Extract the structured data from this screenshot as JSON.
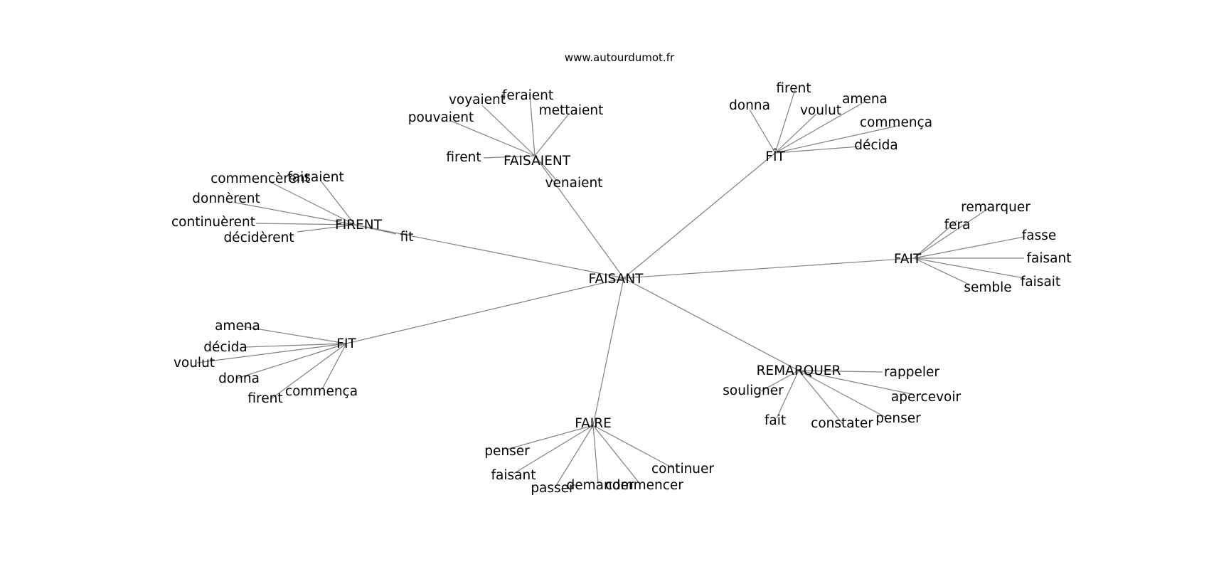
{
  "header": {
    "site": "www.autourdumot.fr"
  },
  "colors": {
    "edge": "#808080",
    "text": "#000000",
    "background": "#ffffff"
  },
  "graph": {
    "center": "FAISANT",
    "hubs": [
      {
        "label": "FAISAIENT",
        "leaves": [
          "voyaient",
          "feraient",
          "mettaient",
          "pouvaient",
          "firent",
          "venaient"
        ]
      },
      {
        "label": "FÎT",
        "leaves": [
          "firent",
          "donna",
          "voulut",
          "amena",
          "commença",
          "décida"
        ]
      },
      {
        "label": "FIRENT",
        "leaves": [
          "commencèrent",
          "faisaient",
          "donnèrent",
          "continuèrent",
          "décidèrent",
          "fit"
        ]
      },
      {
        "label": "FAIT",
        "leaves": [
          "remarquer",
          "fera",
          "fasse",
          "faisant",
          "faisait",
          "semble"
        ]
      },
      {
        "label": "FIT",
        "leaves": [
          "amena",
          "décida",
          "voulut",
          "donna",
          "firent",
          "commença"
        ]
      },
      {
        "label": "REMARQUER",
        "leaves": [
          "rappeler",
          "souligner",
          "apercevoir",
          "fait",
          "constater",
          "penser"
        ]
      },
      {
        "label": "FAIRE",
        "leaves": [
          "penser",
          "continuer",
          "faisant",
          "passer",
          "demander",
          "commencer"
        ]
      }
    ]
  }
}
